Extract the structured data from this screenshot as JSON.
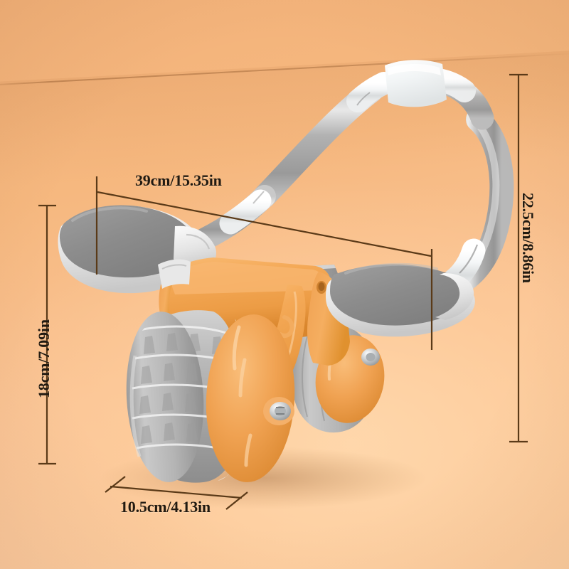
{
  "scene": {
    "kind": "product-photo-with-dimension-annotations",
    "product_name": "ab-roller-wheel",
    "background_color": "#f6b87f",
    "background_color_light": "#fccfa6",
    "annotation_color": "#5a3a18",
    "label_text_color": "#211a11"
  },
  "dimensions": {
    "width": {
      "label": "39cm/15.35in",
      "name": "overall-width",
      "orientation": "diagonal"
    },
    "height_left": {
      "label": "18cm/7.09in",
      "name": "body-height",
      "orientation": "vertical-left"
    },
    "height_right": {
      "label": "22.5cm/8.86in",
      "name": "overall-height",
      "orientation": "vertical-right"
    },
    "depth": {
      "label": "10.5cm/4.13in",
      "name": "wheel-width",
      "orientation": "diagonal-bottom"
    }
  },
  "product": {
    "parts": {
      "handle_bar": "grey-arched-handle",
      "handle_center_block": "white-center-block",
      "elbow_pad_left": "left-elbow-pad",
      "elbow_pad_right": "right-elbow-pad",
      "frame": "orange-frame-fender",
      "wheel_front": "front-tread-wheel",
      "wheel_rear": "rear-tread-wheel",
      "axle_bolt": "silver-axle-bolt"
    },
    "colors": {
      "orange_frame": "#f0a052",
      "orange_frame_light": "#f7b56a",
      "orange_frame_dark": "#d8862f",
      "grey_tube": "#a9a9a9",
      "grey_tube_light": "#d6d6d6",
      "pad_grey": "#8e8e8e",
      "pad_base": "#e8e8e8",
      "tire_grey": "#b4b4b4",
      "tire_grey_dark": "#8f8f8f",
      "white_block": "#eef1f2",
      "bolt_silver": "#cfd2d4"
    }
  }
}
